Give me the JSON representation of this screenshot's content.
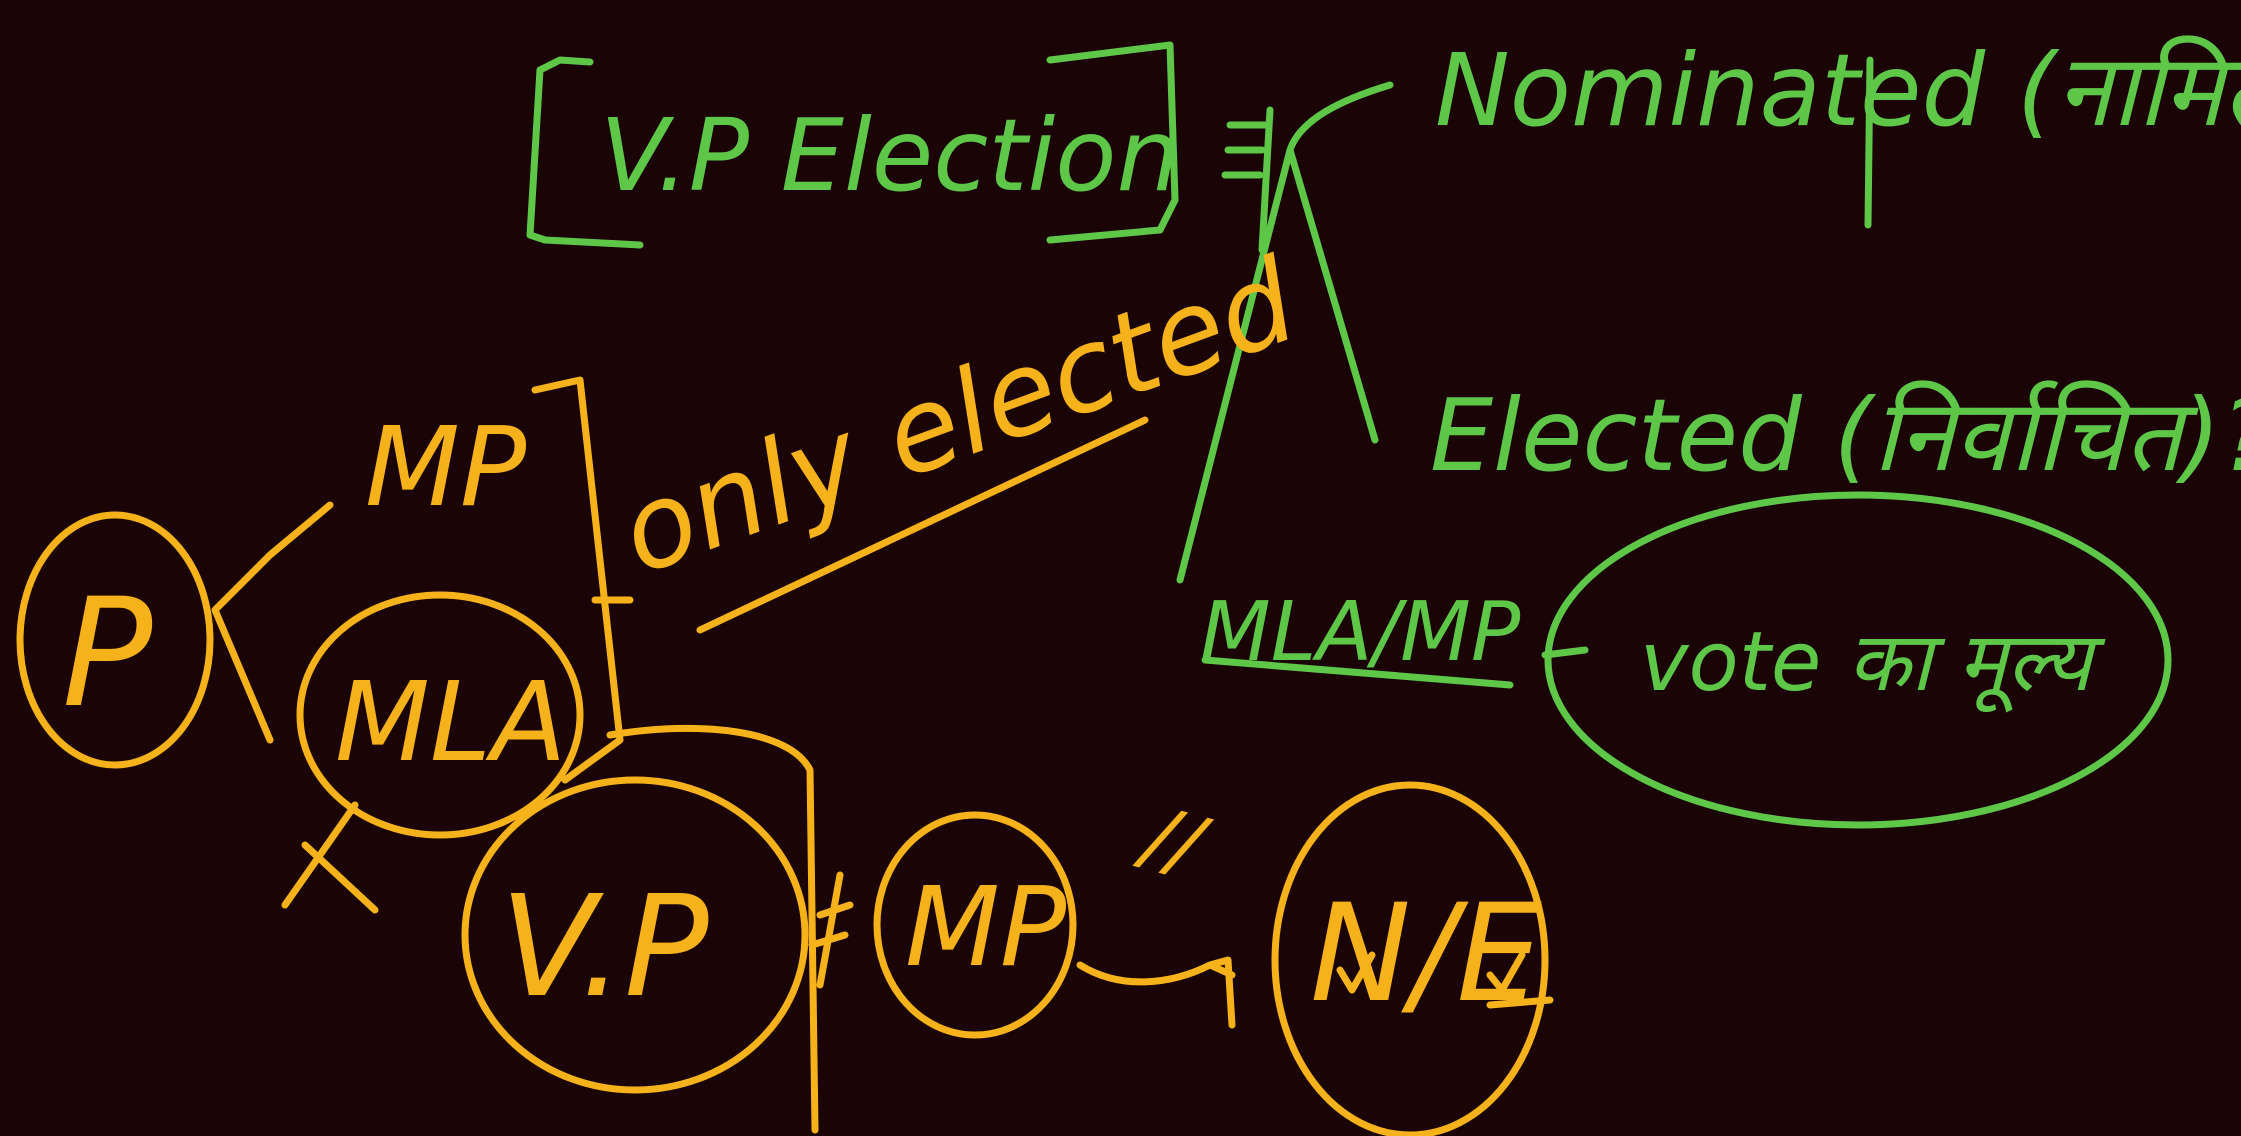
{
  "colors": {
    "background": "#1a0405",
    "green_ink": "#5ec748",
    "orange_ink": "#f6b21a"
  },
  "green": {
    "vp_election": "V.P Election",
    "nominated": "Nominated (नामित)",
    "elected": "Elected (निर्वाचित)?",
    "mla_mp": "MLA/MP",
    "vote_value": "vote का मूल्य"
  },
  "orange": {
    "p": "P",
    "mp": "MP",
    "mla": "MLA",
    "only_elected": "only elected",
    "vp": "V.P",
    "mp2": "MP",
    "ne": "N/E",
    "tick_marks": "//"
  }
}
